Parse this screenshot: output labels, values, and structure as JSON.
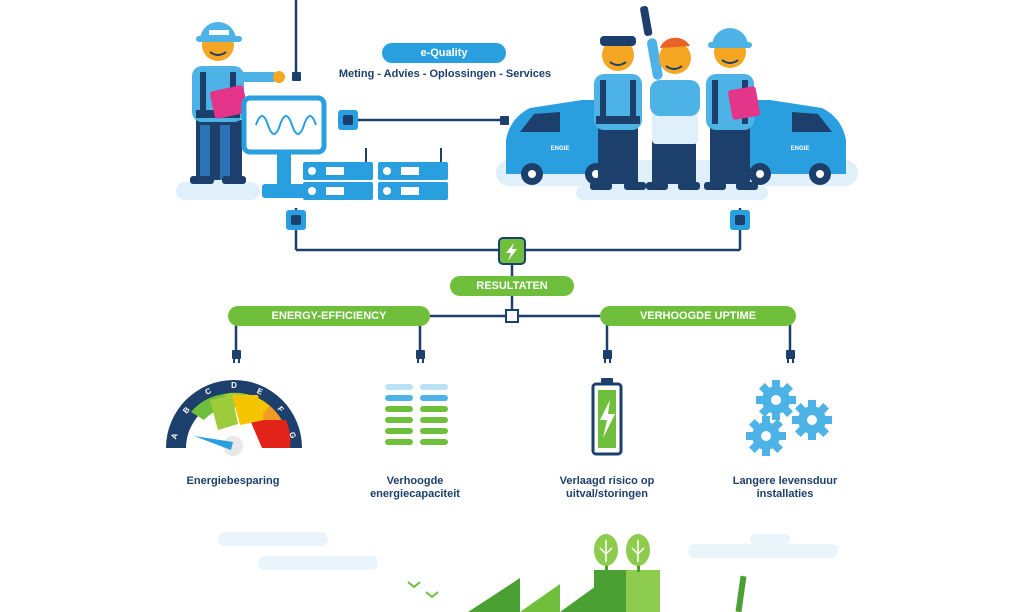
{
  "header": {
    "title": "e-Quality",
    "subtitle": "Meting - Advies - Oplossingen - Services"
  },
  "results_label": "RESULTATEN",
  "branches": [
    {
      "label": "ENERGY-EFFICIENCY"
    },
    {
      "label": "VERHOOGDE UPTIME"
    }
  ],
  "gauge_letters": [
    "A",
    "B",
    "C",
    "D",
    "E",
    "F",
    "G"
  ],
  "features": [
    {
      "line1": "Energiebesparing",
      "line2": ""
    },
    {
      "line1": "Verhoogde",
      "line2": "energiecapaciteit"
    },
    {
      "line1": "Verlaagd risico op",
      "line2": "uitval/storingen"
    },
    {
      "line1": "Langere levensduur",
      "line2": "installaties"
    }
  ],
  "brand": "ENGIE",
  "colors": {
    "dark_blue": "#1c3f6b",
    "blue": "#2a9fdf",
    "light_blue": "#dff0fa",
    "green": "#6fbf3d",
    "orange": "#f5a623",
    "pink": "#e4358b"
  }
}
